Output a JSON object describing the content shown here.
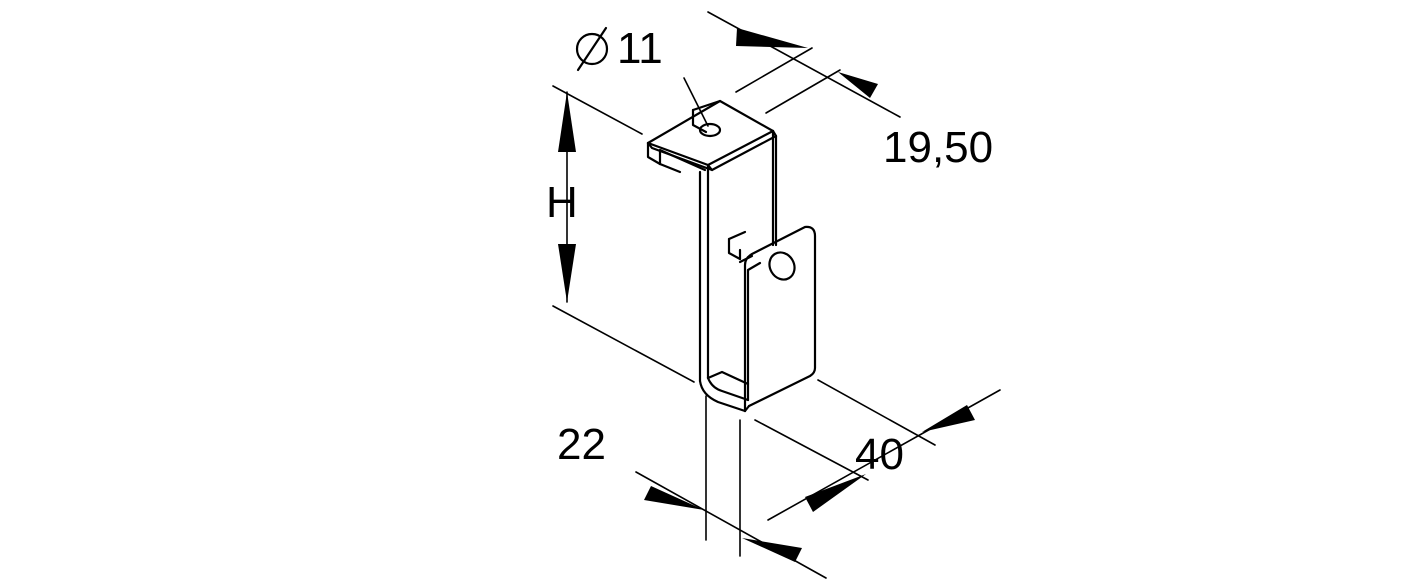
{
  "drawing": {
    "subject": "bracket",
    "line_color": "#000000",
    "background": "#ffffff"
  },
  "dimensions": {
    "hole_diameter": "11",
    "depth": "19,50",
    "height": "H",
    "thickness": "22",
    "width": "40"
  },
  "icons": {
    "diameter_symbol": "diameter-icon"
  }
}
